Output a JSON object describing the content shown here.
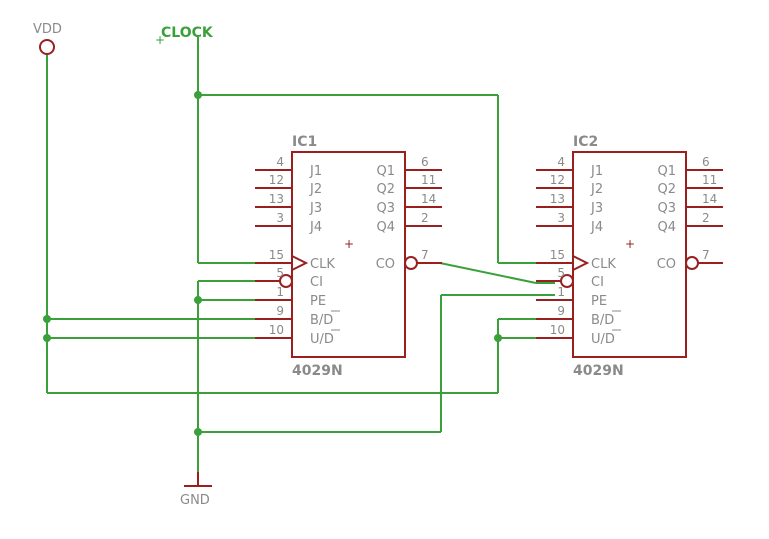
{
  "colors": {
    "wire": "#3aa03a",
    "part": "#9a2020",
    "text": "#8a8a8a",
    "background": "#ffffff"
  },
  "nets": {
    "vdd": "VDD",
    "clock": "CLOCK",
    "gnd": "GND"
  },
  "ic1": {
    "ref": "IC1",
    "part": "4029N",
    "left_pins": [
      {
        "num": "4",
        "name": "J1"
      },
      {
        "num": "12",
        "name": "J2"
      },
      {
        "num": "13",
        "name": "J3"
      },
      {
        "num": "3",
        "name": "J4"
      },
      {
        "num": "15",
        "name": "CLK"
      },
      {
        "num": "5",
        "name": "CI"
      },
      {
        "num": "1",
        "name": "PE"
      },
      {
        "num": "9",
        "name": "B/D"
      },
      {
        "num": "10",
        "name": "U/D"
      }
    ],
    "right_pins": [
      {
        "num": "6",
        "name": "Q1"
      },
      {
        "num": "11",
        "name": "Q2"
      },
      {
        "num": "14",
        "name": "Q3"
      },
      {
        "num": "2",
        "name": "Q4"
      },
      {
        "num": "7",
        "name": "CO"
      }
    ]
  },
  "ic2": {
    "ref": "IC2",
    "part": "4029N",
    "left_pins": [
      {
        "num": "4",
        "name": "J1"
      },
      {
        "num": "12",
        "name": "J2"
      },
      {
        "num": "13",
        "name": "J3"
      },
      {
        "num": "3",
        "name": "J4"
      },
      {
        "num": "15",
        "name": "CLK"
      },
      {
        "num": "5",
        "name": "CI"
      },
      {
        "num": "1",
        "name": "PE"
      },
      {
        "num": "9",
        "name": "B/D"
      },
      {
        "num": "10",
        "name": "U/D"
      }
    ],
    "right_pins": [
      {
        "num": "6",
        "name": "Q1"
      },
      {
        "num": "11",
        "name": "Q2"
      },
      {
        "num": "14",
        "name": "Q3"
      },
      {
        "num": "2",
        "name": "Q4"
      },
      {
        "num": "7",
        "name": "CO"
      }
    ]
  }
}
